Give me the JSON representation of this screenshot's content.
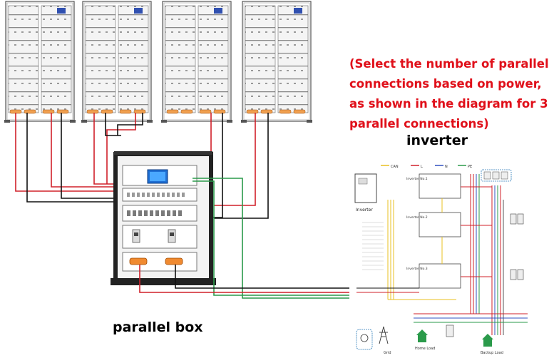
{
  "annotation": {
    "lines": [
      "(Select the number of parallel",
      "connections based on power,",
      "as shown in the diagram for 3",
      "parallel connections)"
    ],
    "color": "#e0101a"
  },
  "labels": {
    "inverter_title": "inverter",
    "parallel_box_title": "parallel box"
  },
  "inverter_diagram": {
    "legend": [
      "CAN",
      "L",
      "N",
      "PE"
    ],
    "inverter_caption": "Inverter",
    "units": [
      "Inverter No.1",
      "Inverter No.2",
      "Inverter No.3"
    ],
    "bottom_captions": [
      "Grid",
      "Home Load",
      "Backup Load"
    ]
  },
  "colors": {
    "dc_positive": "#d0202a",
    "dc_negative": "#111111",
    "comm": "#2a9a4a",
    "can": "#e8c020",
    "cabinet_frame": "#222222"
  }
}
